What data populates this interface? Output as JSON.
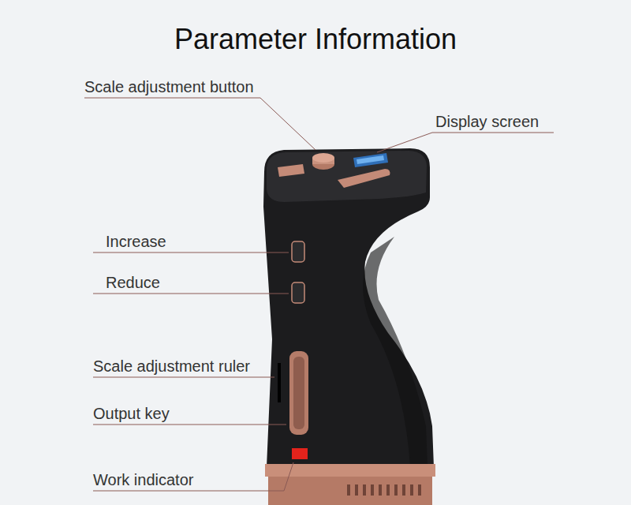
{
  "diagram": {
    "title": "Parameter Information",
    "labels": [
      "Scale adjustment button",
      "Display screen",
      "Increase",
      "Reduce",
      "Scale adjustment ruler",
      "Output key",
      "Work indicator"
    ]
  }
}
